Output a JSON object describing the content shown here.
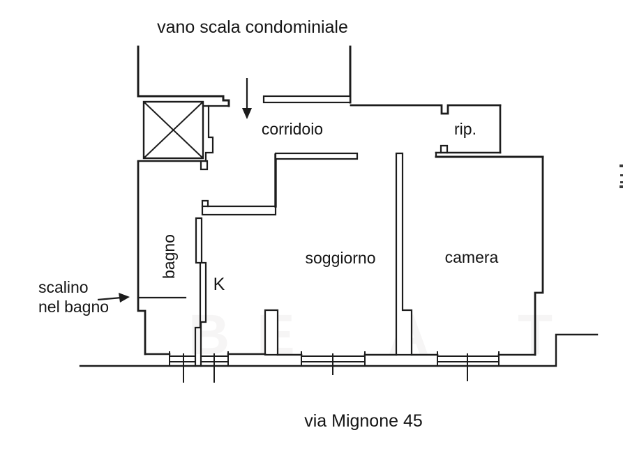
{
  "colors": {
    "line": "#1c1c1c",
    "text": "#151515",
    "background": "#ffffff"
  },
  "labels": {
    "top": "vano scala condominiale",
    "corridor": "corridoio",
    "storage": "rip.",
    "bathroom": "bagno",
    "kitchen": "K",
    "living_room": "soggiorno",
    "bedroom": "camera",
    "step_note_line1": "scalino",
    "step_note_line2": "nel bagno",
    "address": "via Mignone 45"
  },
  "watermark_letters": [
    "B",
    "E",
    "A",
    "T"
  ]
}
